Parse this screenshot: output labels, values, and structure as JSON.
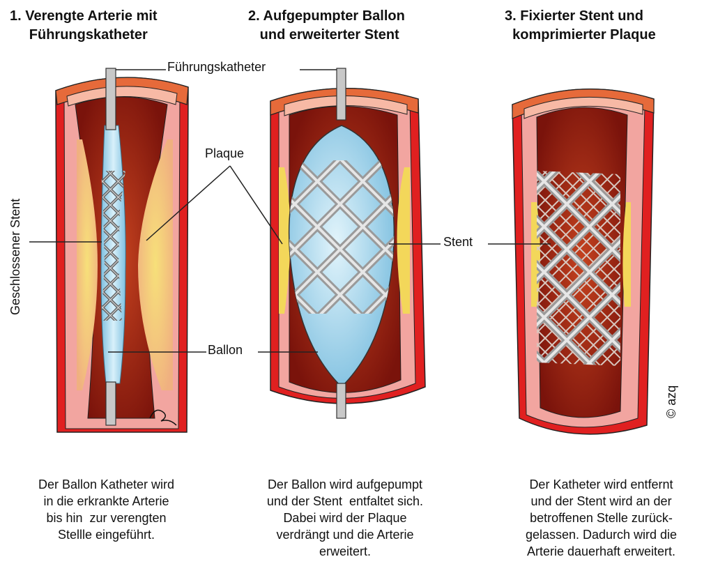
{
  "titles": [
    "1. Verengte Arterie mit\n     Führungskatheter",
    "2. Aufgepumpter Ballon\n   und erweiterter Stent",
    "3. Fixierter Stent und\n  komprimierter Plaque"
  ],
  "labels": {
    "fuehrungskatheter": "Führungskatheter",
    "plaque": "Plaque",
    "ballon": "Ballon",
    "stent": "Stent",
    "geschlossener_stent": "Geschlossener Stent"
  },
  "captions": [
    "Der Ballon Katheter wird\nin die erkrankte Arterie\nbis hin  zur verengten\nStellle eingeführt.",
    "Der Ballon wird aufgepumpt\nund der Stent  entfaltet sich.\nDabei wird der Plaque\nverdrängt und die Arterie\nerweitert.",
    "Der Katheter wird entfernt\nund der Stent wird an der\nbetroffenen Stelle zurück-\ngelassen. Dadurch wird die\nArterie dauerhaft erweitert."
  ],
  "copyright": "© azq",
  "colors": {
    "artery_wall_red": "#e02020",
    "artery_wall_pink": "#f2a5a0",
    "lumen_dark": "#8b1a10",
    "lumen_mid": "#b8331c",
    "plaque_yellow": "#f3d75a",
    "balloon_blue": "#a8d8ef",
    "stent_grey": "#a8a8a8"
  }
}
